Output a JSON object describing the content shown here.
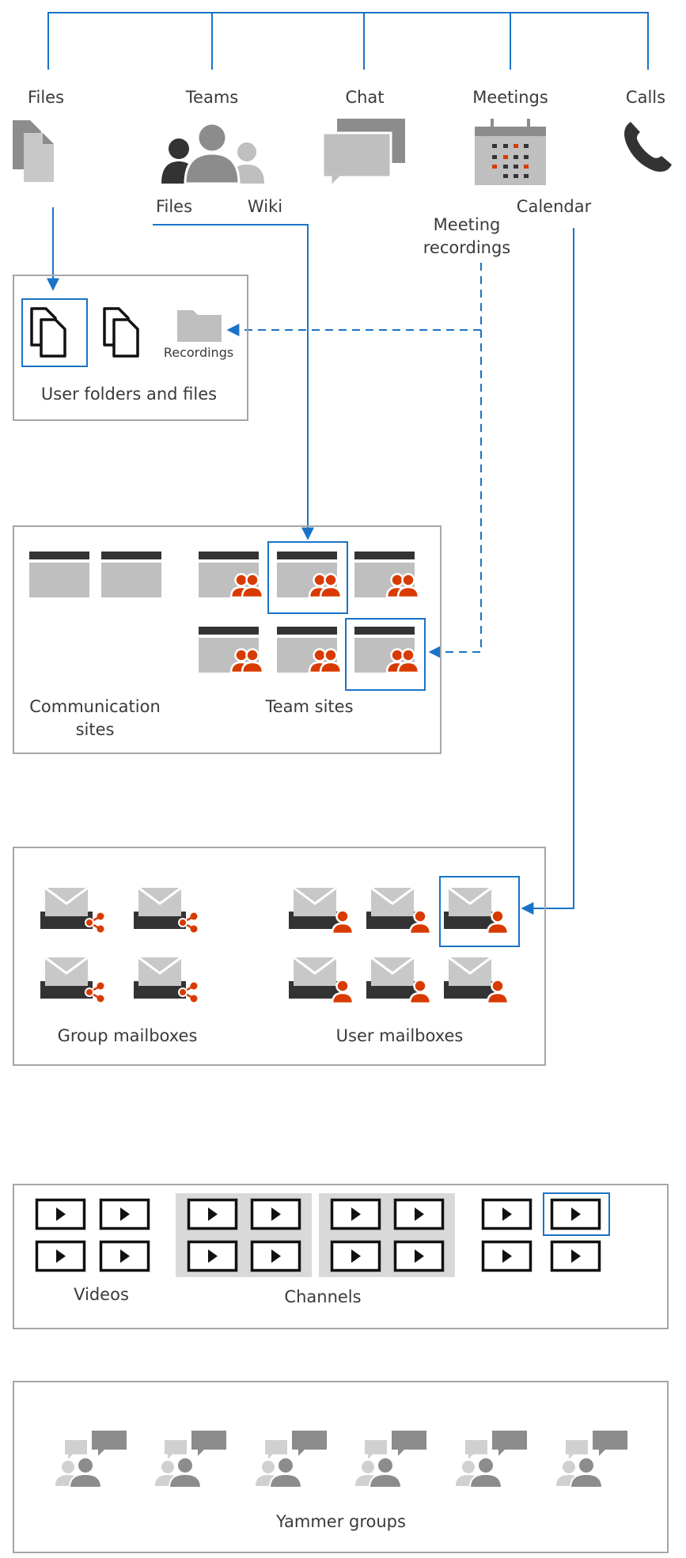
{
  "top_services": [
    "Files",
    "Teams",
    "Chat",
    "Meetings",
    "Calls"
  ],
  "teams_sub": {
    "files": "Files",
    "wiki": "Wiki"
  },
  "meetings_sub": {
    "recordings_line1": "Meeting",
    "recordings_line2": "recordings",
    "calendar": "Calendar"
  },
  "user_folders": {
    "title": "User folders and files",
    "recordings_label": "Recordings"
  },
  "sites": {
    "communication_line1": "Communication",
    "communication_line2": "sites",
    "team": "Team sites"
  },
  "mailboxes": {
    "group": "Group mailboxes",
    "user": "User mailboxes"
  },
  "stream": {
    "videos": "Videos",
    "channels": "Channels"
  },
  "yammer": {
    "title": "Yammer groups"
  },
  "colors": {
    "accent": "#1a73c8",
    "orange": "#d83b01",
    "gray": "#bfbfbf",
    "dark": "#333333",
    "border": "#a6a6a6"
  },
  "icons": [
    "files-icon",
    "teams-icon",
    "chat-icon",
    "calendar-icon",
    "phone-icon",
    "document-icon",
    "folder-icon",
    "site-icon",
    "team-site-icon",
    "group-mailbox-icon",
    "user-mailbox-icon",
    "video-icon",
    "yammer-group-icon"
  ]
}
